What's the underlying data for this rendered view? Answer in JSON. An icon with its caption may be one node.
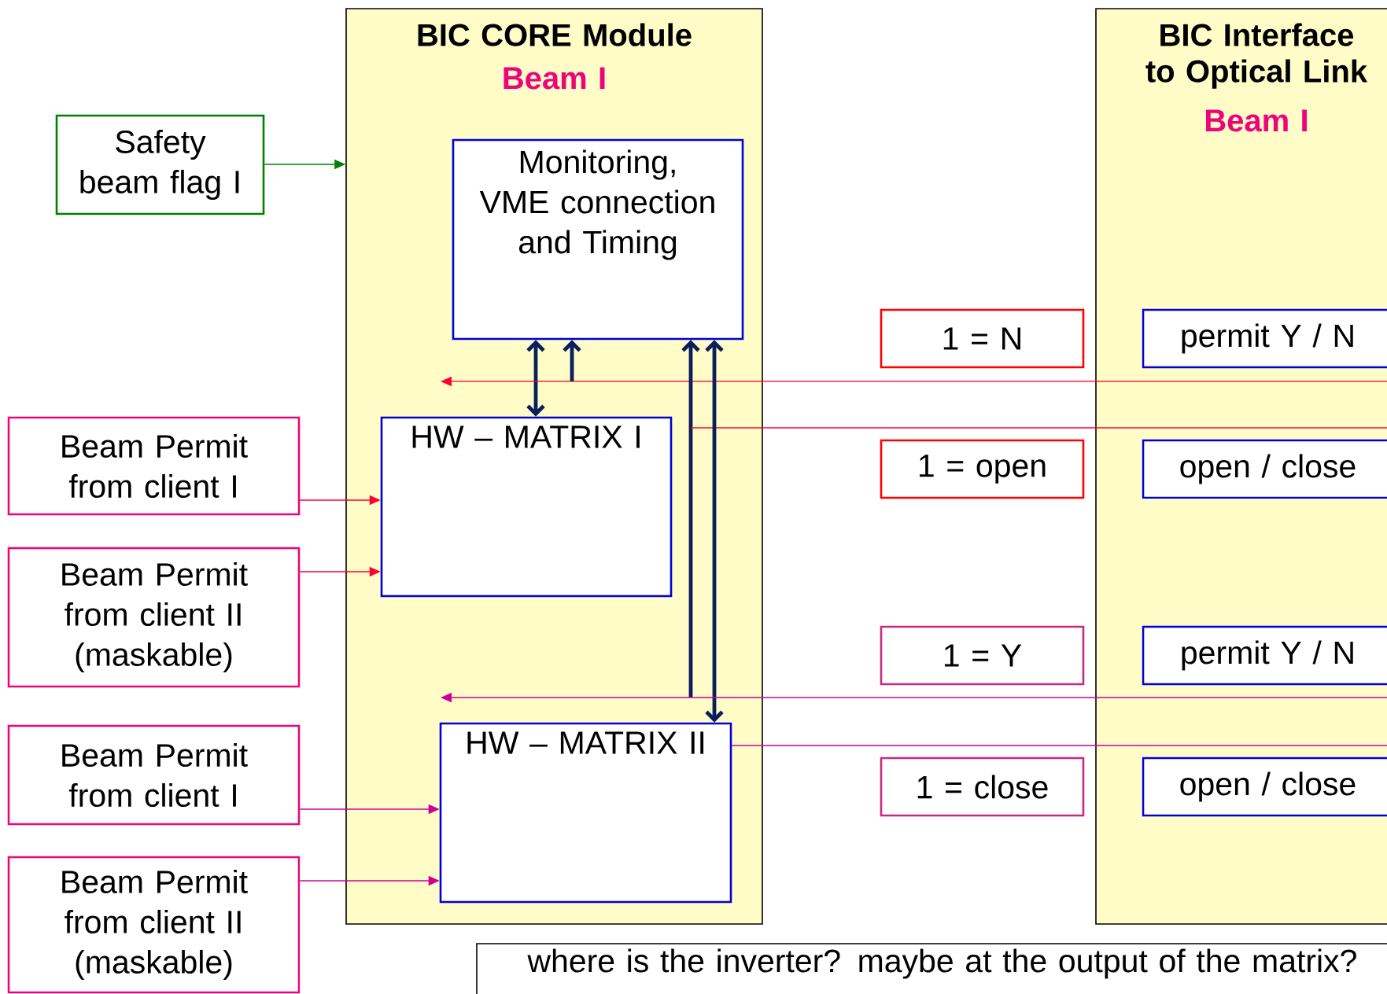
{
  "diagram": {
    "nodes": [
      {
        "text": [
          "BIC CORE Module",
          "Beam I"
        ]
      },
      {
        "text": [
          "Safety beam flag I"
        ]
      },
      {
        "text": [
          "Monitoring, VME connection and Timing"
        ],
        "in": 0
      },
      {
        "text": [
          "HW – MATRIX I"
        ],
        "in": 0
      },
      {
        "text": [
          "HW – MATRIX II"
        ],
        "in": 0
      },
      {
        "text": [
          "Beam Permit from client I"
        ]
      },
      {
        "text": [
          "Beam Permit from client II (maskable)"
        ]
      },
      {
        "text": [
          "Beam Permit from client I"
        ]
      },
      {
        "text": [
          "Beam Permit from client II (maskable)"
        ]
      },
      {
        "text": [
          "1 = N"
        ]
      },
      {
        "text": [
          "1 = open"
        ]
      },
      {
        "text": [
          "1 = Y"
        ]
      },
      {
        "text": [
          "1 = close"
        ]
      },
      {
        "text": [
          "BIC Interface to Optical Link",
          "Beam I"
        ]
      },
      {
        "text": [
          "permit Y / N"
        ],
        "in": 13
      },
      {
        "text": [
          "open / close"
        ],
        "in": 13
      },
      {
        "text": [
          "permit Y / N"
        ],
        "in": 13
      },
      {
        "text": [
          "open / close"
        ],
        "in": 13
      },
      {
        "text": [
          "where is the inverter? maybe at the output of the matrix?"
        ]
      }
    ],
    "edges": [
      {
        "from": 1,
        "to": 0,
        "arrow": "to",
        "color": "#008000"
      },
      {
        "from": 5,
        "to": 3,
        "arrow": "to",
        "color": "#ff0033"
      },
      {
        "from": 6,
        "to": 3,
        "arrow": "to",
        "color": "#ff0033"
      },
      {
        "from": 7,
        "to": 4,
        "arrow": "to",
        "color": "#cc0099"
      },
      {
        "from": 8,
        "to": 4,
        "arrow": "to",
        "color": "#cc0099"
      },
      {
        "from": 2,
        "to": 3,
        "arrow": "both",
        "style": "thick",
        "color": "#0a1f5c"
      },
      {
        "from": 13,
        "to": null,
        "arrow": "to",
        "color": "#ff0033"
      },
      {
        "from": null,
        "to": 2,
        "arrow": "to",
        "style": "thick",
        "color": "#0a1f5c"
      },
      {
        "from": null,
        "to": 2,
        "arrow": "to",
        "style": "thick",
        "color": "#0a1f5c"
      },
      {
        "from": null,
        "to": 13,
        "arrow": "none",
        "color": "#ff0033"
      },
      {
        "from": 2,
        "to": 4,
        "arrow": "both",
        "style": "thick",
        "color": "#0a1f5c"
      },
      {
        "from": 13,
        "to": null,
        "arrow": "to",
        "color": "#cc0099"
      },
      {
        "from": 4,
        "to": 13,
        "arrow": "none",
        "color": "#cc0099"
      }
    ]
  }
}
